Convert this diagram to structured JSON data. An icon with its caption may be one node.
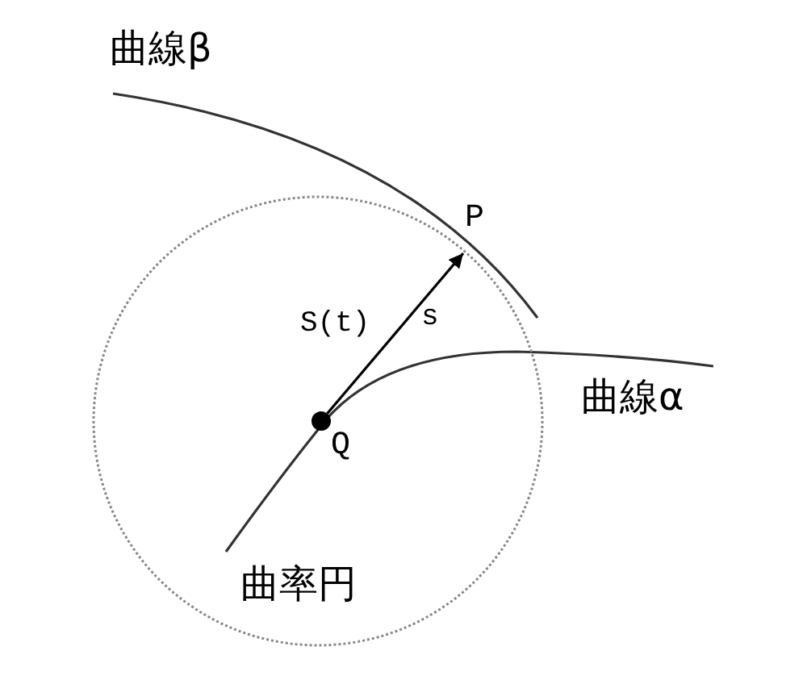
{
  "diagram": {
    "nodes": [
      {
        "text": [
          "曲率円"
        ]
      },
      {
        "text": [],
        "shape": "circle",
        "beside": [
          "Q"
        ],
        "in": 0
      },
      {
        "text": [
          "P"
        ]
      }
    ],
    "edges": [
      {
        "from": 1,
        "to": 2,
        "arrow": "to"
      }
    ],
    "labels": [
      "曲線β",
      "S(t)",
      "s",
      "曲線α"
    ]
  }
}
